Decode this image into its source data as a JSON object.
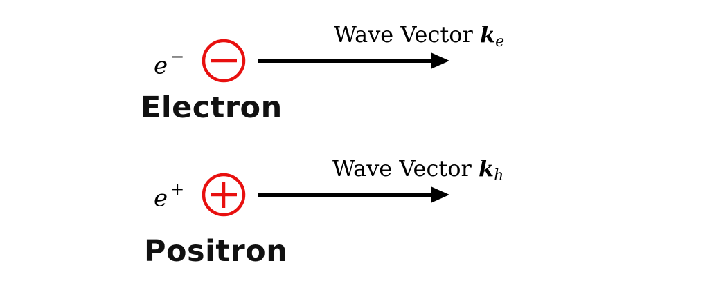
{
  "electron": {
    "symbol_base": "e",
    "symbol_sup": "−",
    "name": "Electron",
    "charge_sign": "minus",
    "wave_vector_label": "Wave Vector",
    "wave_vector_symbol": "k",
    "wave_vector_subscript": "e"
  },
  "positron": {
    "symbol_base": "e",
    "symbol_sup": "+",
    "name": "Positron",
    "charge_sign": "plus",
    "wave_vector_label": "Wave Vector",
    "wave_vector_symbol": "k",
    "wave_vector_subscript": "h"
  },
  "colors": {
    "charge_circle": "#e8100f",
    "arrow": "#000000",
    "text": "#000000"
  }
}
